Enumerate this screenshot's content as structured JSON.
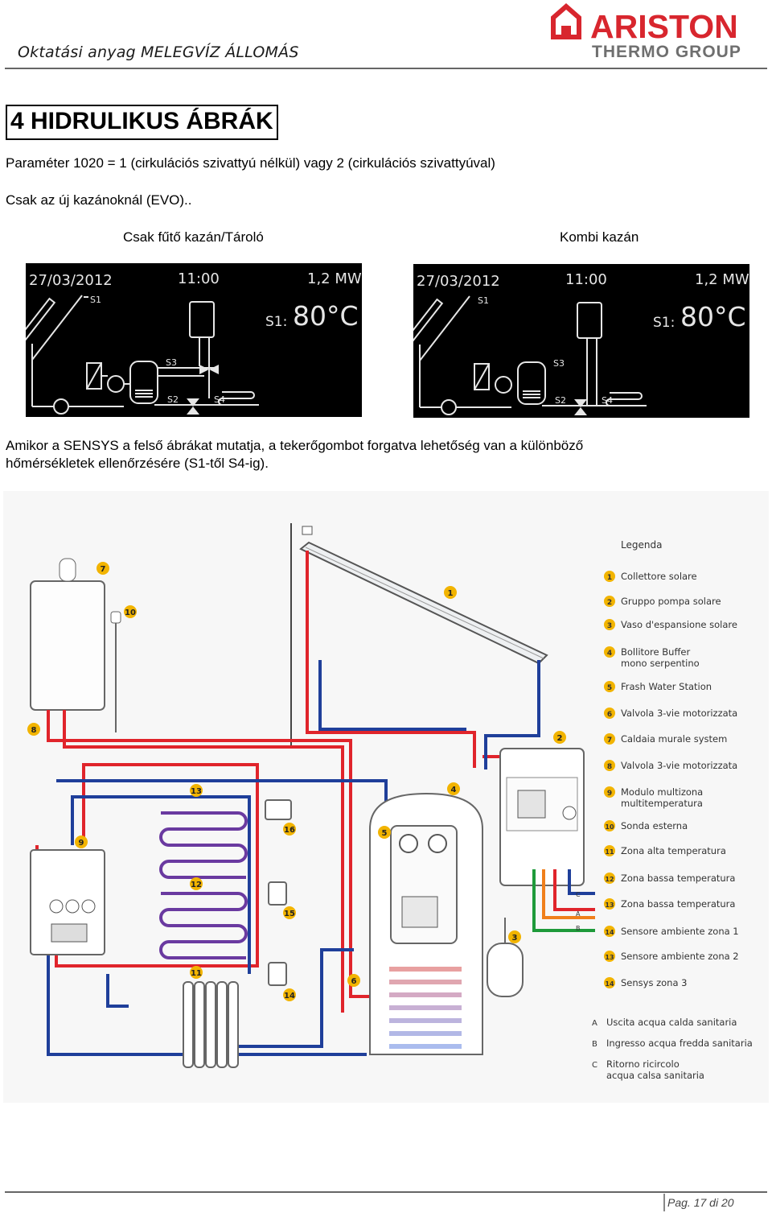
{
  "header": {
    "title": "Oktatási anyag MELEGVÍZ ÁLLOMÁS",
    "logo_text": "ARISTON",
    "logo_subtext": "THERMO GROUP"
  },
  "section": {
    "title": "4 HIDRULIKUS ÁBRÁK",
    "param_line": "Paraméter 1020 = 1 (cirkulációs szivattyú nélkül) vagy 2 (cirkulációs szivattyúval)",
    "evo_line": "Csak az új kazánoknál (EVO)..",
    "label_left": "Csak fűtő kazán/Tároló",
    "label_right": "Kombi kazán"
  },
  "screens": {
    "left": {
      "date": "27/03/2012",
      "time": "11:00",
      "power": "1,2 MW",
      "sensor": "S1:",
      "temp": "80°C",
      "s1": "S1",
      "s2": "S2",
      "s3": "S3",
      "s4": "S4"
    },
    "right": {
      "date": "27/03/2012",
      "time": "11:00",
      "power": "1,2 MW",
      "sensor": "S1:",
      "temp": "80°C",
      "s1": "S1",
      "s2": "S2",
      "s3": "S3",
      "s4": "S4"
    }
  },
  "body_text": {
    "line1": "Amikor a SENSYS a felső ábrákat mutatja, a tekerőgombot forgatva lehetőség van a különböző",
    "line2": "hőmérsékletek ellenőrzésére (S1-től S4-ig)."
  },
  "legend": {
    "title": "Legenda",
    "items": [
      {
        "key": "1",
        "label": "Collettore solare"
      },
      {
        "key": "2",
        "label": "Gruppo pompa solare"
      },
      {
        "key": "3",
        "label": "Vaso d'espansione solare"
      },
      {
        "key": "4",
        "label": "Bollitore Buffer",
        "label2": "mono serpentino"
      },
      {
        "key": "5",
        "label": "Frash Water Station"
      },
      {
        "key": "6",
        "label": "Valvola 3-vie motorizzata"
      },
      {
        "key": "7",
        "label": "Caldaia murale system"
      },
      {
        "key": "8",
        "label": "Valvola 3-vie motorizzata"
      },
      {
        "key": "9",
        "label": "Modulo multizona",
        "label2": "multitemperatura"
      },
      {
        "key": "10",
        "label": "Sonda esterna"
      },
      {
        "key": "11",
        "label": "Zona alta temperatura"
      },
      {
        "key": "12",
        "label": "Zona bassa temperatura"
      },
      {
        "key": "13",
        "label": "Zona bassa temperatura"
      },
      {
        "key": "14",
        "label": "Sensore ambiente zona 1"
      },
      {
        "key": "13",
        "label": "Sensore ambiente zona 2"
      },
      {
        "key": "14",
        "label": "Sensys zona 3"
      }
    ],
    "letters": [
      {
        "key": "A",
        "label": "Uscita acqua calda sanitaria"
      },
      {
        "key": "B",
        "label": "Ingresso acqua fredda sanitaria"
      },
      {
        "key": "C",
        "label": "Ritorno ricircolo",
        "label2": "acqua calsa sanitaria"
      }
    ]
  },
  "diagram_markers": {
    "m1": "1",
    "m2": "2",
    "m3": "3",
    "m4": "4",
    "m5": "5",
    "m6": "6",
    "m7": "7",
    "m8": "8",
    "m9": "9",
    "m10": "10",
    "m11": "11",
    "m12": "12",
    "m13": "13",
    "m14": "14",
    "m15": "15",
    "m16": "16",
    "la": "A",
    "lb": "B",
    "lc": "C"
  },
  "footer": {
    "page": "Pag. 17 di 20"
  },
  "colors": {
    "logo_red": "#d8262e",
    "logo_grey": "#6f6f6f",
    "hot": "#e0242b",
    "cold": "#1f3f9a",
    "marker": "#f2b400"
  }
}
